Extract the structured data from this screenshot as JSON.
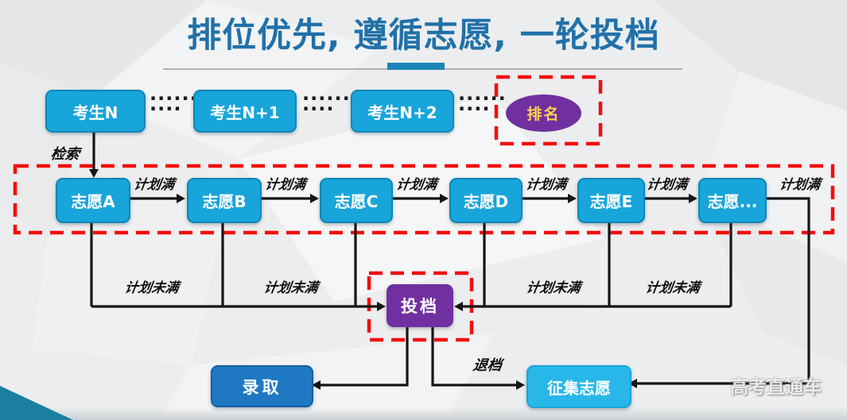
{
  "title": "排位优先, 遵循志愿, 一轮投档",
  "candidates": {
    "items": [
      "考生N",
      "考生N+1",
      "考生N+2"
    ],
    "dots_top": "······",
    "dots_bottom": "····",
    "rank": "排名"
  },
  "labels": {
    "search": "检索",
    "plan_full": "计划满",
    "plan_not_full": "计划未满",
    "withdraw": "退档"
  },
  "nodes": {
    "preferences": [
      "志愿A",
      "志愿B",
      "志愿C",
      "志愿D",
      "志愿E",
      "志愿..."
    ],
    "filing": "投档",
    "admit": "录取",
    "collect": "征集志愿"
  },
  "watermark": "高考直通车",
  "colors": {
    "node_cyan": "#18a5da",
    "node_blue": "#1e78c2",
    "node_light_blue": "#29b7ea",
    "node_purple": "#7030a0",
    "rank_text_yellow": "#ffd34d",
    "dashed_red": "#f30d0d",
    "title_blue": "#2171a9",
    "accent_teal": "#1b7f9f"
  }
}
